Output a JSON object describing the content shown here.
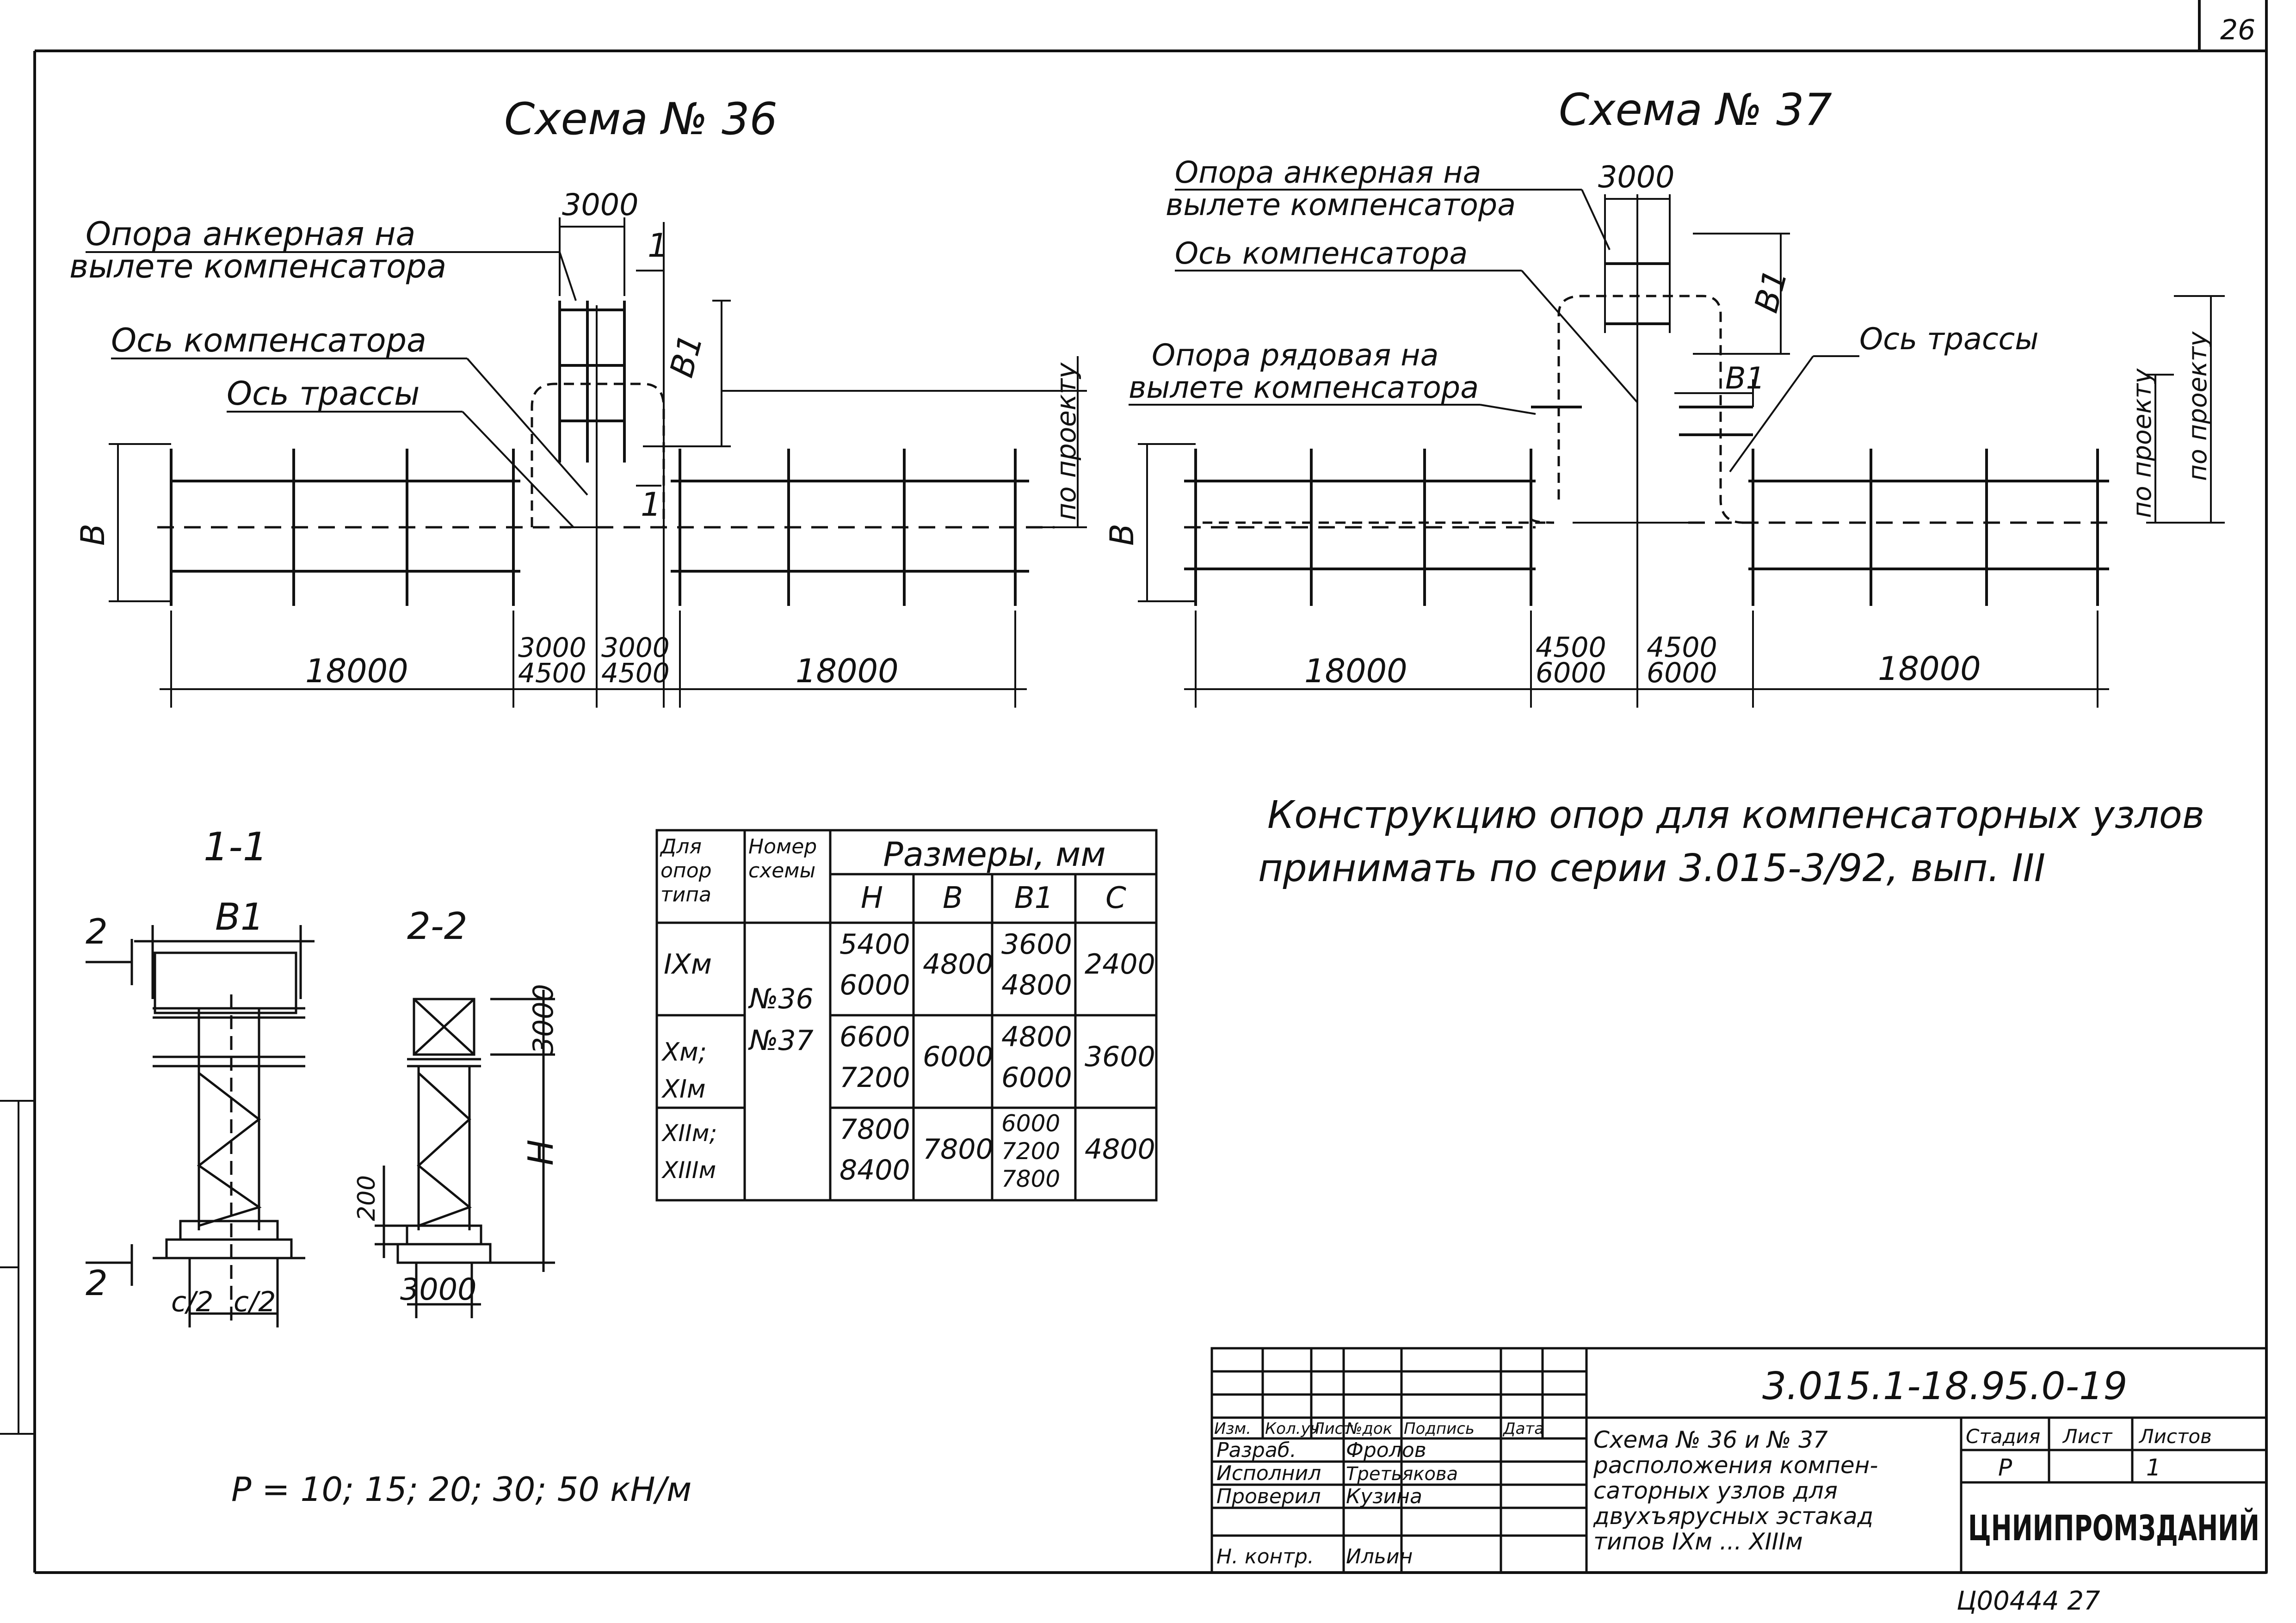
{
  "sheet_number": "26",
  "page_footer": "Ц00444  27",
  "scheme36": {
    "title": "Схема № 36",
    "label_anchor_1": "Опора анкерная на",
    "label_anchor_2": "вылете компенсатора",
    "label_comp_axis": "Ось компенсатора",
    "label_route_axis": "Ось трассы",
    "dim_top": "3000",
    "dim_b1": "В1",
    "dim_b": "В",
    "dim_proj": "по проекту",
    "section_mark": "1",
    "dim_left": "18000",
    "dim_mid_left_1": "3000",
    "dim_mid_left_2": "4500",
    "dim_mid_right_1": "3000",
    "dim_mid_right_2": "4500",
    "dim_right": "18000"
  },
  "scheme37": {
    "title": "Схема № 37",
    "label_anchor_1": "Опора анкерная на",
    "label_anchor_2": "вылете компенсатора",
    "label_comp_axis": "Ось компенсатора",
    "label_row_1": "Опора рядовая на",
    "label_row_2": "вылете компенсатора",
    "label_route_axis": "Ось трассы",
    "dim_top": "3000",
    "dim_b1_vert": "В1",
    "dim_b1_horiz": "В1",
    "dim_b": "В",
    "dim_proj_1": "по проекту",
    "dim_proj_2": "по проекту",
    "dim_left": "18000",
    "dim_mid_left_1": "4500",
    "dim_mid_left_2": "6000",
    "dim_mid_right_1": "4500",
    "dim_mid_right_2": "6000",
    "dim_right": "18000"
  },
  "note": {
    "line1": "Конструкцию опор для компенсаторных узлов",
    "line2": "принимать по серии 3.015-3/92, вып. III"
  },
  "section_1_1": {
    "title": "1-1",
    "mark_top": "2",
    "mark_bottom": "2",
    "dim_b1": "В1",
    "dim_c1": "с/2",
    "dim_c2": "с/2"
  },
  "section_2_2": {
    "title": "2-2",
    "dim_3000_vert": "3000",
    "dim_h": "H",
    "dim_200": "200",
    "dim_3000_horiz": "3000"
  },
  "table": {
    "col_type": "Для опор типа",
    "col_scheme": "Номер схемы",
    "col_sizes": "Размеры, мм",
    "sub_headers": [
      "H",
      "В",
      "В1",
      "С"
    ],
    "scheme_numbers": [
      "№36",
      "№37"
    ],
    "rows": [
      {
        "type": "IXм",
        "h": [
          "5400",
          "6000"
        ],
        "b": "4800",
        "b1": [
          "3600",
          "4800"
        ],
        "c": "2400"
      },
      {
        "type": "Xм; XIм",
        "h": [
          "6600",
          "7200"
        ],
        "b": "6000",
        "b1": [
          "4800",
          "6000"
        ],
        "c": "3600"
      },
      {
        "type": "XIIм; XIIIм",
        "h": [
          "7800",
          "8400"
        ],
        "b": "7800",
        "b1": [
          "6000",
          "7200",
          "7800"
        ],
        "c": "4800"
      }
    ]
  },
  "load_note": "P = 10; 15; 20; 30; 50 кН/м",
  "title_block": {
    "doc_code": "3.015.1-18.95.0-19",
    "col_headers": [
      "Изм.",
      "Кол.уч",
      "Лист",
      "№док",
      "Подпись",
      "Дата"
    ],
    "roles": [
      {
        "role": "Разраб.",
        "name": "Фролов"
      },
      {
        "role": "Исполнил",
        "name": "Третьякова"
      },
      {
        "role": "Проверил",
        "name": "Кузина"
      },
      {
        "role": "Н. контр.",
        "name": "Ильин"
      }
    ],
    "description_lines": [
      "Схема № 36 и № 37",
      "расположения компен-",
      "саторных узлов для",
      "двухъярусных эстакад",
      "типов IXм ... XIIIм"
    ],
    "stage_header": "Стадия",
    "sheet_header": "Лист",
    "sheets_header": "Листов",
    "stage_value": "Р",
    "sheet_value": "1",
    "organization": "ЦНИИПРОМЗДАНИЙ"
  }
}
